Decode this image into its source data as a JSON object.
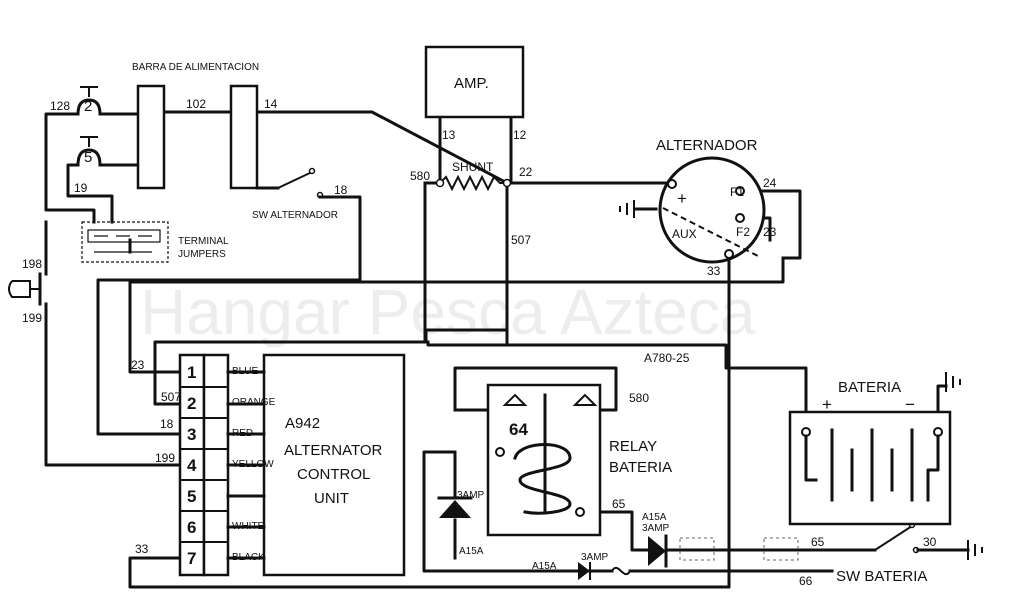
{
  "watermark": "Hangar Pesca Azteca",
  "components": {
    "bus_bar": "BARRA DE ALIMENTACION",
    "amp": "AMP.",
    "shunt": "SHUNT",
    "sw_alternador": "SW ALTERNADOR",
    "terminal_jumpers_1": "TERMINAL",
    "terminal_jumpers_2": "JUMPERS",
    "alternador": "ALTERNADOR",
    "bateria": "BATERIA",
    "relay_1": "RELAY",
    "relay_2": "BATERIA",
    "sw_bateria": "SW BATERIA",
    "acu_1": "A942",
    "acu_2": "ALTERNATOR",
    "acu_3": "CONTROL",
    "acu_4": "UNIT"
  },
  "breakers": {
    "cb_top": "2",
    "cb_bottom": "5"
  },
  "alternator_terminals": {
    "plus": "+",
    "aux": "AUX",
    "f1": "F1",
    "f2": "F2"
  },
  "battery_terminals": {
    "plus": "+",
    "minus": "−"
  },
  "relay_number": "64",
  "control_unit_pins": [
    {
      "num": "1",
      "color": "BLUE"
    },
    {
      "num": "2",
      "color": "ORANGE"
    },
    {
      "num": "3",
      "color": "RED"
    },
    {
      "num": "4",
      "color": "YELLOW"
    },
    {
      "num": "5",
      "color": ""
    },
    {
      "num": "6",
      "color": "WHITE"
    },
    {
      "num": "7",
      "color": "BLACK"
    }
  ],
  "wire_labels": {
    "w128": "128",
    "w102": "102",
    "w14": "14",
    "w19": "19",
    "w18": "18",
    "w198": "198",
    "w199a": "199",
    "w13": "13",
    "w12": "12",
    "w580a": "580",
    "w22": "22",
    "w507a": "507",
    "w24": "24",
    "w23a": "23",
    "w33a": "33",
    "wA780": "A780-25",
    "w580b": "580",
    "w23b": "23",
    "w507b": "507",
    "w18b": "18",
    "w199b": "199",
    "w33b": "33",
    "w3ampA": "3AMP",
    "wA15a": "A15A",
    "w65a": "65",
    "wA15b": "A15A",
    "w3ampB": "3AMP",
    "wA15c": "A15A",
    "w3ampC": "3AMP",
    "w65b": "65",
    "w30": "30",
    "w66": "66"
  }
}
